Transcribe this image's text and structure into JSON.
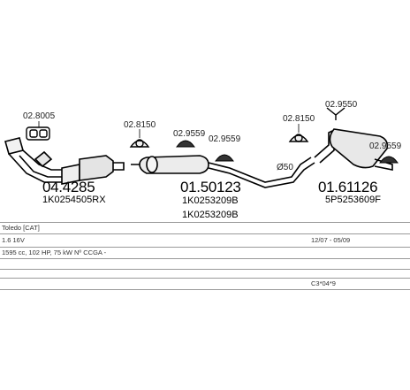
{
  "labels": {
    "p_028005": "02.8005",
    "p_028150_a": "02.8150",
    "p_029559_a": "02.9559",
    "p_029559_b": "02.9559",
    "p_028150_b": "02.8150",
    "p_029550": "02.9550",
    "p_029559_c": "02.9559",
    "diameter": "Ø50"
  },
  "parts": [
    {
      "number": "04.4285",
      "oe": [
        "1K0254505RX"
      ]
    },
    {
      "number": "01.50123",
      "oe": [
        "1K0253209B",
        "1K0253209B"
      ]
    },
    {
      "number": "01.61126",
      "oe": [
        "5P5253609F"
      ]
    }
  ],
  "info": {
    "model": "Toledo  [CAT]",
    "engine": "1.6 16V",
    "dates": "12/07 - 05/09",
    "spec": "1595 cc, 102 HP, 75 kW  Nº CCGA -",
    "code": "C3*04*9"
  }
}
